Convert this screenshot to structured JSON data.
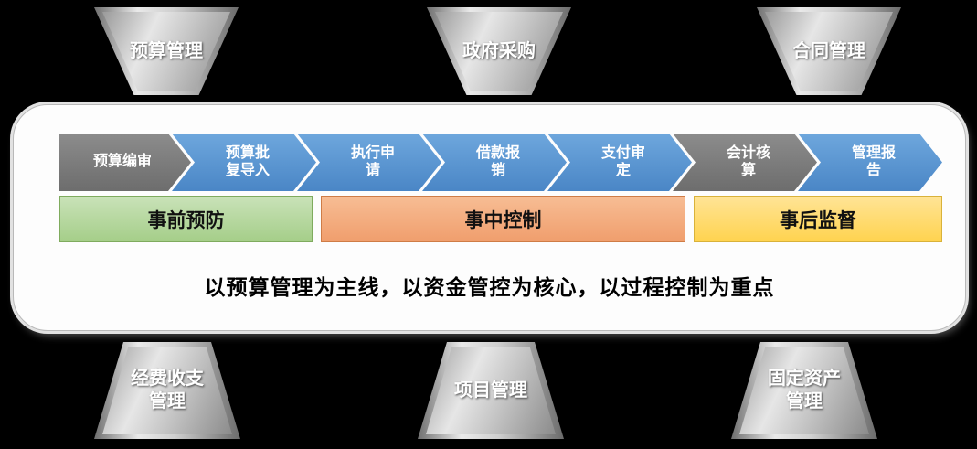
{
  "top_modules": [
    {
      "label": "预算管理"
    },
    {
      "label": "政府采购"
    },
    {
      "label": "合同管理"
    }
  ],
  "bottom_modules": [
    {
      "label": "经费收支\n管理"
    },
    {
      "label": "项目管理"
    },
    {
      "label": "固定资产\n管理"
    }
  ],
  "process": {
    "steps": [
      {
        "label": "预算编审",
        "color": "gray"
      },
      {
        "label": "预算批\n复导入",
        "color": "blue"
      },
      {
        "label": "执行申\n请",
        "color": "blue"
      },
      {
        "label": "借款报\n销",
        "color": "blue"
      },
      {
        "label": "支付审\n定",
        "color": "blue"
      },
      {
        "label": "会计核\n算",
        "color": "gray"
      },
      {
        "label": "管理报\n告",
        "color": "blue"
      }
    ],
    "phases": [
      {
        "label": "事前预防",
        "color": "#a5ce89"
      },
      {
        "label": "事中控制",
        "color": "#f09e6d"
      },
      {
        "label": "事后监督",
        "color": "#ffd34f"
      }
    ],
    "slogan": "以预算管理为主线，以资金管控为核心，以过程控制为重点"
  },
  "colors": {
    "background": "#000000",
    "panel": "#fdfdfd",
    "chevron_blue": "#4a86c6",
    "chevron_gray": "#7f7f7f",
    "phase_green": "#a5ce89",
    "phase_orange": "#f09e6d",
    "phase_yellow": "#ffd34f",
    "module_metal": "#c4c4c4"
  }
}
